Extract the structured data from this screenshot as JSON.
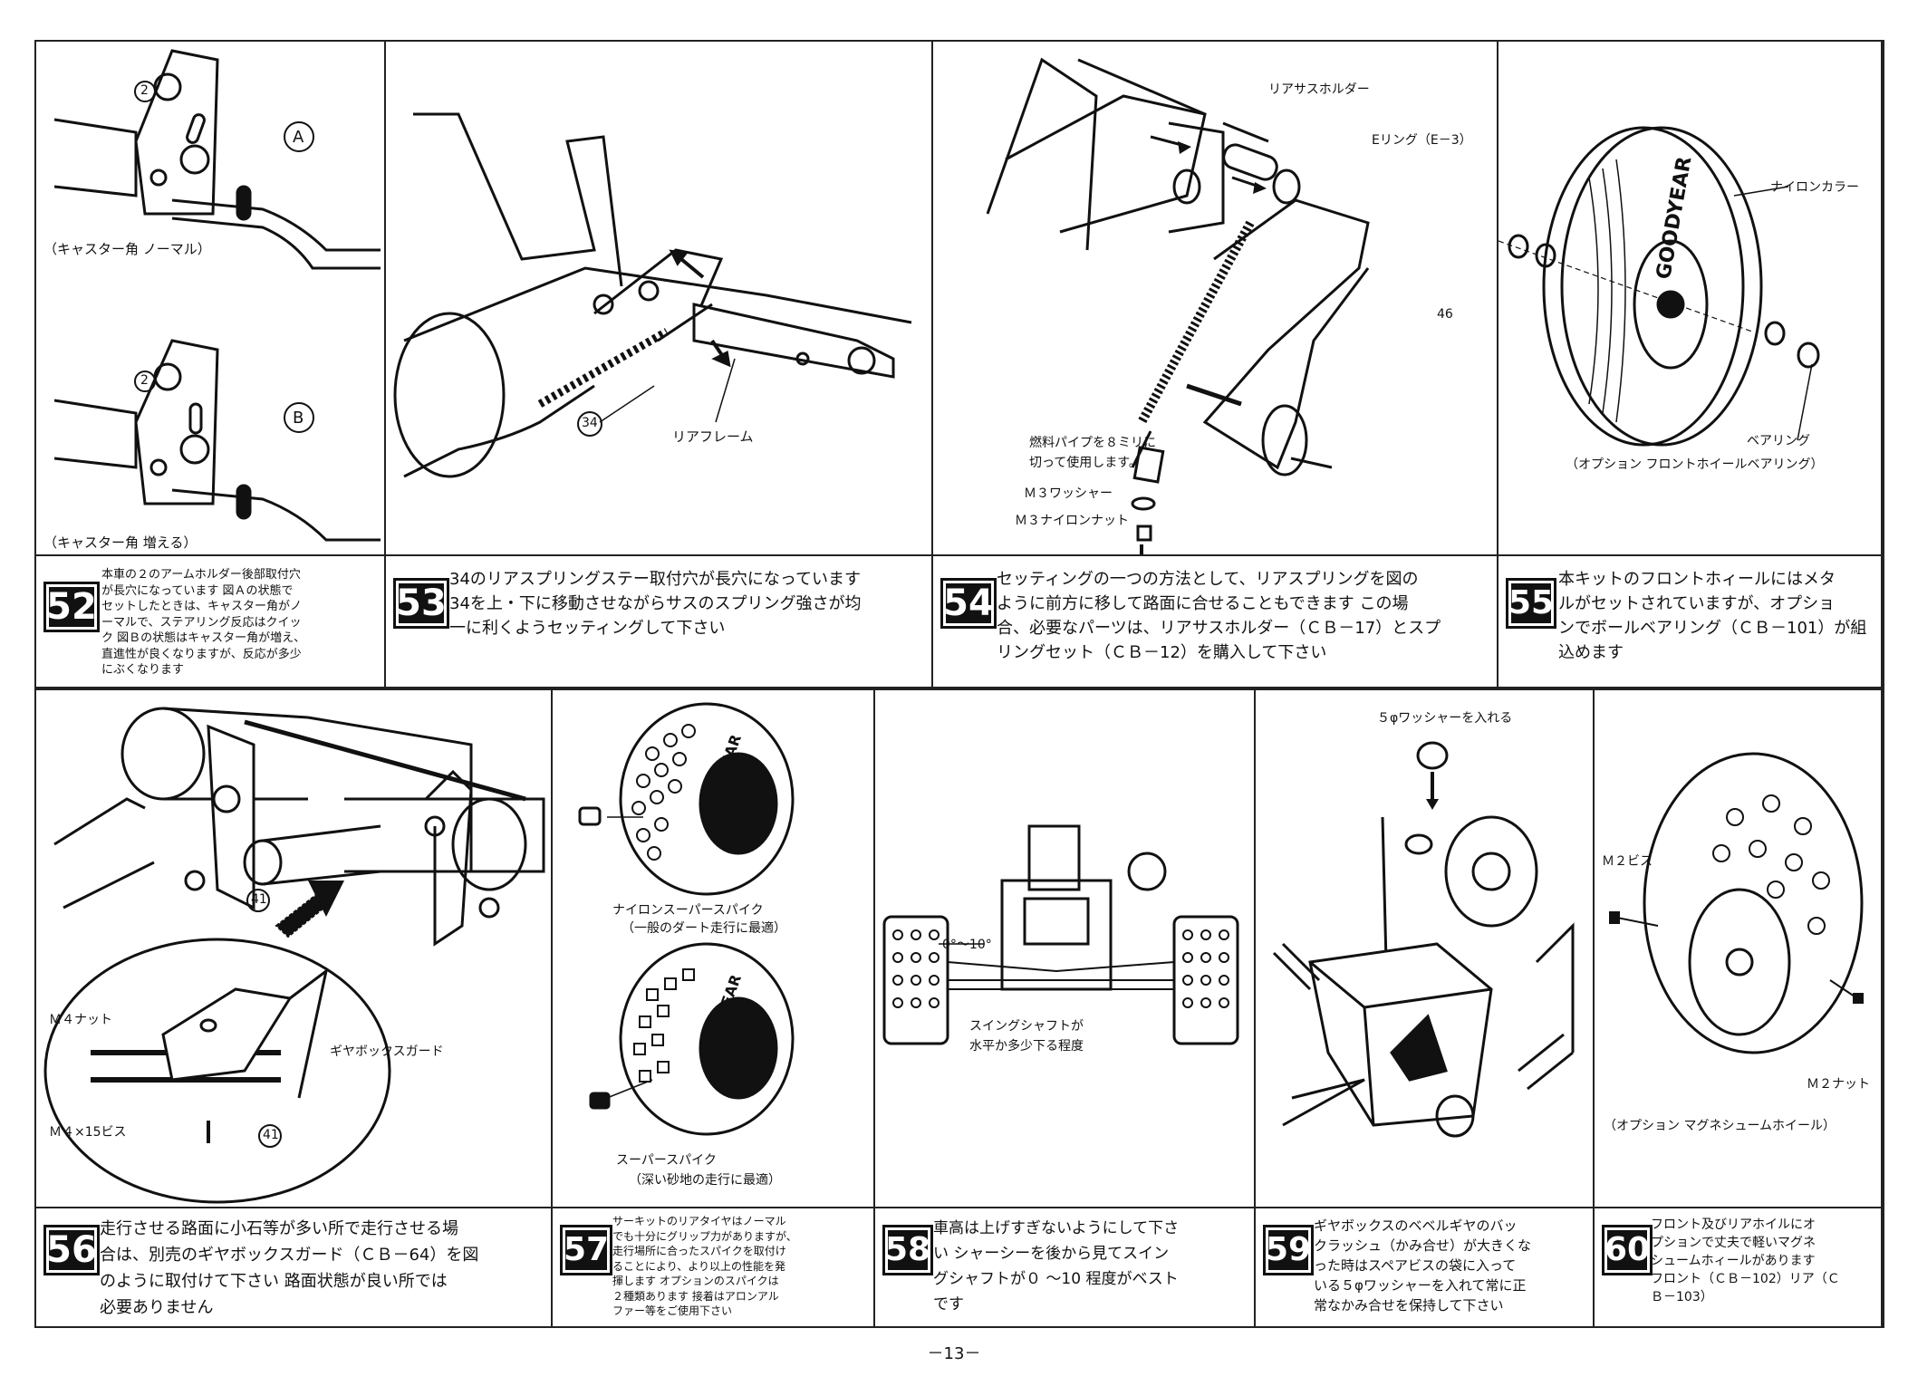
{
  "page_number": "－13－",
  "panels": {
    "p52": {
      "label_a": "A",
      "label_b": "B",
      "part_2a": "2",
      "part_2b": "2",
      "caption_a": "（キャスター角 ノーマル）",
      "caption_b": "（キャスター角 増える）"
    },
    "p53": {
      "part_34": "34",
      "label_rear_frame": "リアフレーム"
    },
    "p54": {
      "label_rear_sus_holder": "リアサスホルダー",
      "label_e_ring": "Eリング（E－3）",
      "part_46": "46",
      "label_fuel_pipe_1": "燃料パイプを８ミリに",
      "label_fuel_pipe_2": "切って使用します。",
      "label_m3_washer": "Ｍ３ワッシャー",
      "label_m3_nut": "Ｍ３ナイロンナット"
    },
    "p55": {
      "label_nylon_collar": "ナイロンカラー",
      "label_bearing": "ベアリング",
      "label_option": "（オプション フロントホイールベアリング）",
      "tire_text": "GOODYEAR"
    },
    "p56": {
      "part_41a": "41",
      "part_41b": "41",
      "label_m4_nut": "Ｍ４ナット",
      "label_gearbox_guard": "ギヤボックスガード",
      "label_m4_screw": "Ｍ４×15ビス"
    },
    "p57": {
      "caption_1a": "ナイロンスーパースパイク",
      "caption_1b": "（一般のダート走行に最適）",
      "caption_2a": "スーパースパイク",
      "caption_2b": "（深い砂地の走行に最適）",
      "tire_text": "GOODYEAR"
    },
    "p58": {
      "label_angle": "0°～10°",
      "caption_1": "スイングシャフトが",
      "caption_2": "水平か多少下る程度"
    },
    "p59": {
      "label_washer": "５φワッシャーを入れる"
    },
    "p60": {
      "label_m2_screw": "Ｍ２ビス",
      "label_m2_nut": "Ｍ２ナット",
      "caption": "（オプション マグネシュームホイール）"
    }
  },
  "steps": [
    {
      "number": "52",
      "lines": [
        "本車の２のアームホルダー後部取付穴",
        "が長穴になっています 図Ａの状態で",
        "セットしたときは、キャスター角がノ",
        "ーマルで、ステアリング反応はクイッ",
        "ク 図Ｂの状態はキャスター角が増え、",
        "直進性が良くなりますが、反応が多少",
        "にぶくなります"
      ]
    },
    {
      "number": "53",
      "lines": [
        "34のリアスプリングステー取付穴が長穴になっています",
        "34を上・下に移動させながらサスのスプリング強さが均",
        "一に利くようセッティングして下さい"
      ]
    },
    {
      "number": "54",
      "lines": [
        "セッティングの一つの方法として、リアスプリングを図の",
        "ように前方に移して路面に合せることもできます この場",
        "合、必要なパーツは、リアサスホルダー（ＣＢ－17）とスプ",
        "リングセット（ＣＢ－12）を購入して下さい"
      ]
    },
    {
      "number": "55",
      "lines": [
        "本キットのフロントホィールにはメタ",
        "ルがセットされていますが、オプショ",
        "ンでボールベアリング（ＣＢ－101）が組",
        "込めます"
      ]
    },
    {
      "number": "56",
      "lines": [
        "走行させる路面に小石等が多い所で走行させる場",
        "合は、別売のギヤボックスガード（ＣＢ－64）を図",
        "のように取付けて下さい 路面状態が良い所では",
        "必要ありません"
      ]
    },
    {
      "number": "57",
      "lines": [
        "サーキットのリアタイヤはノーマル",
        "でも十分にグリップ力がありますが、",
        "走行場所に合ったスパイクを取付け",
        "ることにより、より以上の性能を発",
        "揮します オプションのスパイクは",
        "２種類あります 接着はアロンアル",
        "ファー等をご使用下さい"
      ]
    },
    {
      "number": "58",
      "lines": [
        "車高は上げすぎないようにして下さ",
        "い シャーシーを後から見てスイン",
        "グシャフトが０ ～10 程度がベスト",
        "です"
      ]
    },
    {
      "number": "59",
      "lines": [
        "ギヤボックスのベベルギヤのバッ",
        "クラッシュ（かみ合せ）が大きくな",
        "った時はスペアビスの袋に入って",
        "いる５φワッシャーを入れて常に正",
        "常なかみ合せを保持して下さい"
      ]
    },
    {
      "number": "60",
      "lines": [
        "フロント及びリアホイルにオ",
        "プションで丈夫で軽いマグネ",
        "シュームホィールがあります",
        "フロント（ＣＢ－102）リア（Ｃ",
        "Ｂ－103）"
      ]
    }
  ]
}
